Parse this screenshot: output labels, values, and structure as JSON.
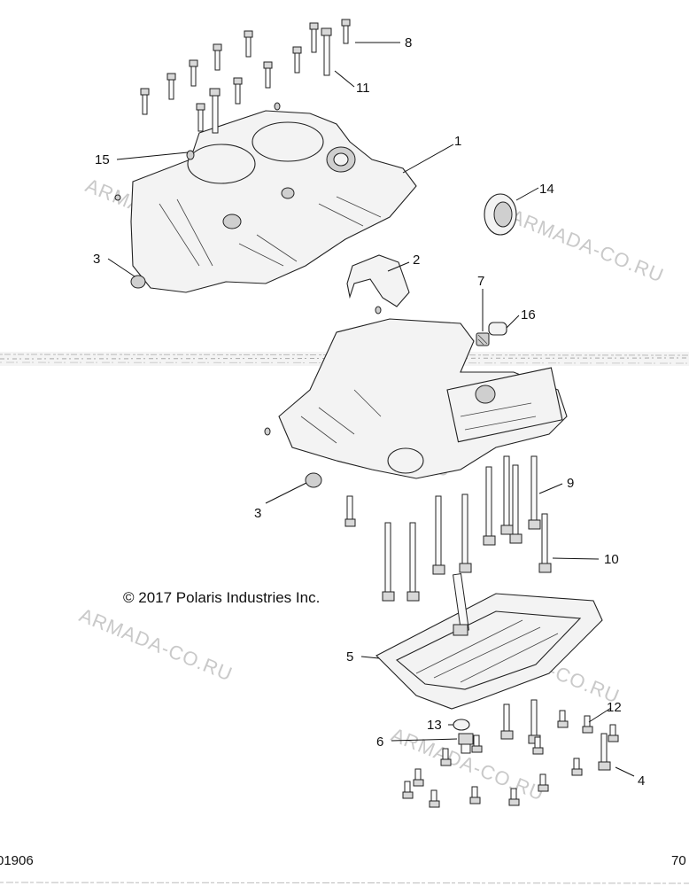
{
  "callouts": [
    {
      "id": "1",
      "label": "1"
    },
    {
      "id": "2",
      "label": "2"
    },
    {
      "id": "3a",
      "label": "3"
    },
    {
      "id": "3b",
      "label": "3"
    },
    {
      "id": "4",
      "label": "4"
    },
    {
      "id": "5",
      "label": "5"
    },
    {
      "id": "6",
      "label": "6"
    },
    {
      "id": "7",
      "label": "7"
    },
    {
      "id": "8",
      "label": "8"
    },
    {
      "id": "9",
      "label": "9"
    },
    {
      "id": "10",
      "label": "10"
    },
    {
      "id": "11",
      "label": "11"
    },
    {
      "id": "12",
      "label": "12"
    },
    {
      "id": "13",
      "label": "13"
    },
    {
      "id": "14",
      "label": "14"
    },
    {
      "id": "15",
      "label": "15"
    },
    {
      "id": "16",
      "label": "16"
    }
  ],
  "copyright": "© 2017 Polaris Industries Inc.",
  "watermark": "ARMADA-CO.RU",
  "footer": {
    "left_code": "01906",
    "right_code": "70"
  }
}
